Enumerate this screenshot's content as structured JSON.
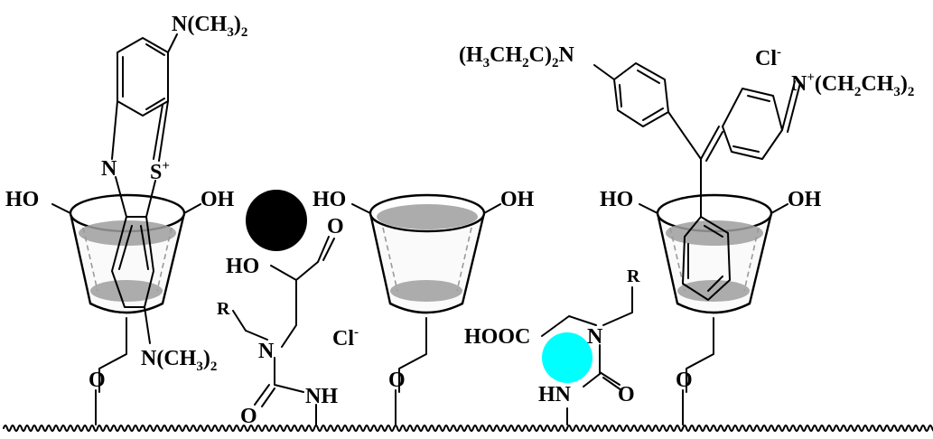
{
  "labels": {
    "mb_nme2_top": "N(CH",
    "mb_nme2_top_sub": "3",
    "mb_nme2_top_end": ")",
    "mb_nme2_top_sub2": "2",
    "mb_n": "N",
    "mb_s": "S",
    "mb_s_charge": "+",
    "mb_nme2_bottom": "N(CH",
    "mb_nme2_bottom_sub": "3",
    "mb_nme2_bottom_end": ")",
    "mb_nme2_bottom_sub2": "2",
    "cd1_ho": "HO",
    "cd1_oh": "OH",
    "cd2_ho": "HO",
    "cd2_oh": "OH",
    "cd3_ho": "HO",
    "cd3_oh": "OH",
    "link_o1": "O",
    "link_o2": "O",
    "link_o3": "O",
    "ho_acid": "HO",
    "acid_o": "O",
    "r1": "R",
    "n_amide1": "N",
    "o_amide1": "O",
    "nh_amide1": "NH",
    "cl1": "Cl",
    "cl1_charge": "-",
    "hooc": "HOOC",
    "r2": "R",
    "n_amide2": "N",
    "hn_amide2": "HN",
    "o_amide2": "O",
    "ev_net2_left": "(H",
    "ev_net2_sub1": "3",
    "ev_net2_mid": "CH",
    "ev_net2_sub2": "2",
    "ev_net2_mid2": "C)",
    "ev_net2_sub3": "2",
    "ev_net2_end": "N",
    "cl2": "Cl",
    "cl2_charge": "-",
    "ev_nplus": "N",
    "ev_nplus_charge": "+",
    "ev_nplus_rest": "(CH",
    "ev_nplus_sub1": "2",
    "ev_nplus_rest2": "CH",
    "ev_nplus_sub2": "3",
    "ev_nplus_end": ")",
    "ev_nplus_sub3": "2"
  },
  "colors": {
    "black_ball": "#000000",
    "cyan_ball": "#00ffff",
    "cavity_gray": "#9e9e9e"
  }
}
